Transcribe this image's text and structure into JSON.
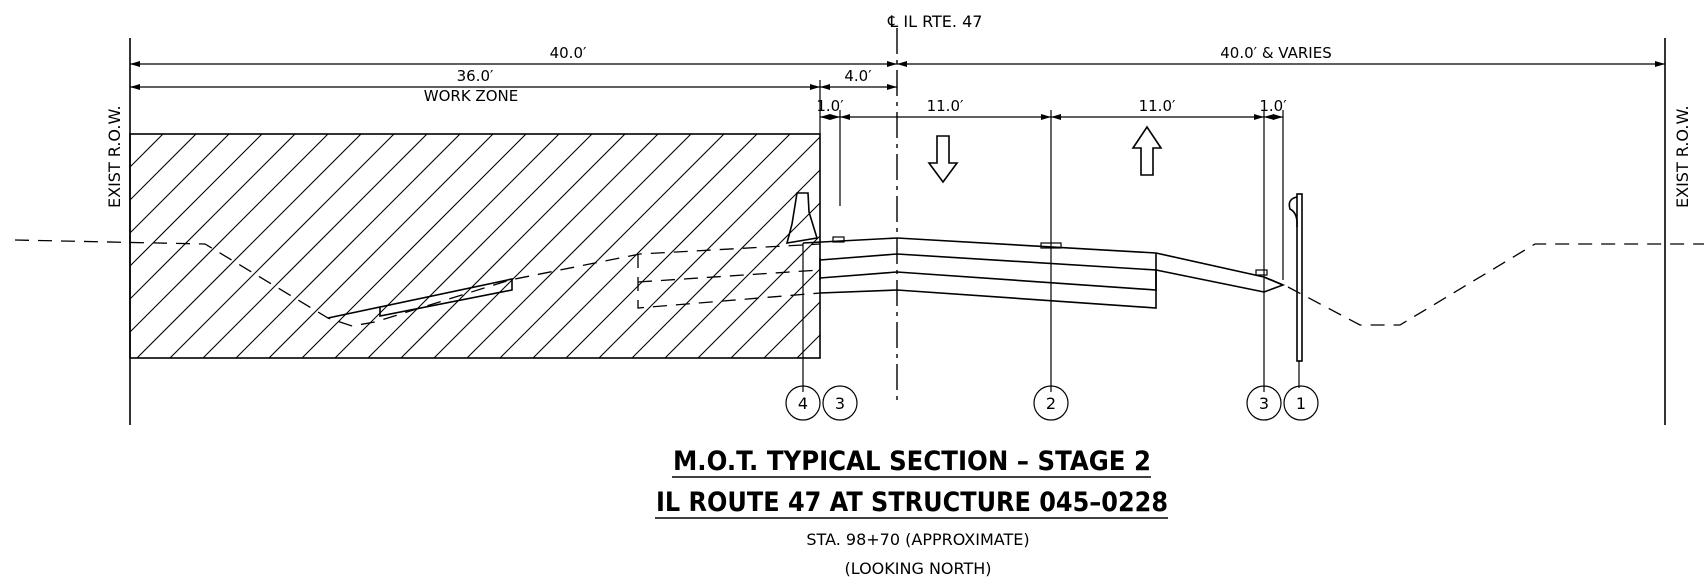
{
  "centerline_label": "℄ IL RTE. 47",
  "dimensions": {
    "left_total": "40.0′",
    "right_total": "40.0′ & VARIES",
    "work_zone_width": "36.0′",
    "offset_to_cl": "4.0′",
    "shoulder_left": "1.0′",
    "lane_sb": "11.0′",
    "lane_nb": "11.0′",
    "shoulder_right": "1.0′"
  },
  "work_zone_label": "WORK ZONE",
  "row_label_left": "EXIST R.O.W.",
  "row_label_right": "EXIST R.O.W.",
  "callouts": [
    "4",
    "3",
    "2",
    "3",
    "1"
  ],
  "title_line1": "M.O.T. TYPICAL SECTION  – STAGE 2",
  "title_line2": "IL ROUTE 47 AT STRUCTURE 045–0228",
  "station": "STA. 98+70 (APPROXIMATE)",
  "view_direction": "(LOOKING NORTH)"
}
